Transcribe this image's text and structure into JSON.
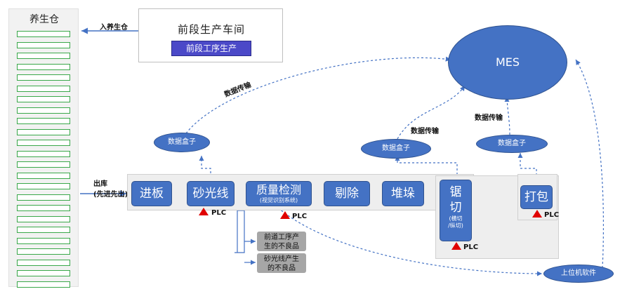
{
  "warehouse": {
    "title": "养生仓",
    "slot_count": 24
  },
  "pre_workshop": {
    "title": "前段生产车间",
    "button_label": "前段工序生产"
  },
  "flows": {
    "to_warehouse": "入养生仓",
    "out_line1": "出库",
    "out_line2": "(先进先出)"
  },
  "stations": {
    "feed": "进板",
    "sanding": "砂光线",
    "inspection": "质量检测",
    "inspection_sub": "(视觉识别系统)",
    "reject": "剔除",
    "stack": "堆垛",
    "saw_line1": "锯",
    "saw_line2": "切",
    "saw_sub1": "(横切",
    "saw_sub2": "/纵切)",
    "pack": "打包"
  },
  "plc_label": "PLC",
  "mes": {
    "label": "MES"
  },
  "data_boxes": [
    "数据盒子",
    "数据盒子",
    "数据盒子"
  ],
  "transfer_labels": [
    "数据传输",
    "数据传输",
    "数据传输"
  ],
  "rejects": {
    "prev_line1": "前道工序产",
    "prev_line2": "生的不良品",
    "sand_line1": "砂光线产生",
    "sand_line2": "的不良品"
  },
  "host_software": "上位机软件",
  "colors": {
    "station": "#4472c4",
    "plc_triangle": "#e00000",
    "slot_border": "#3aa84a",
    "pre_button": "#4b49c8",
    "reject_box": "#a6a6a6"
  }
}
